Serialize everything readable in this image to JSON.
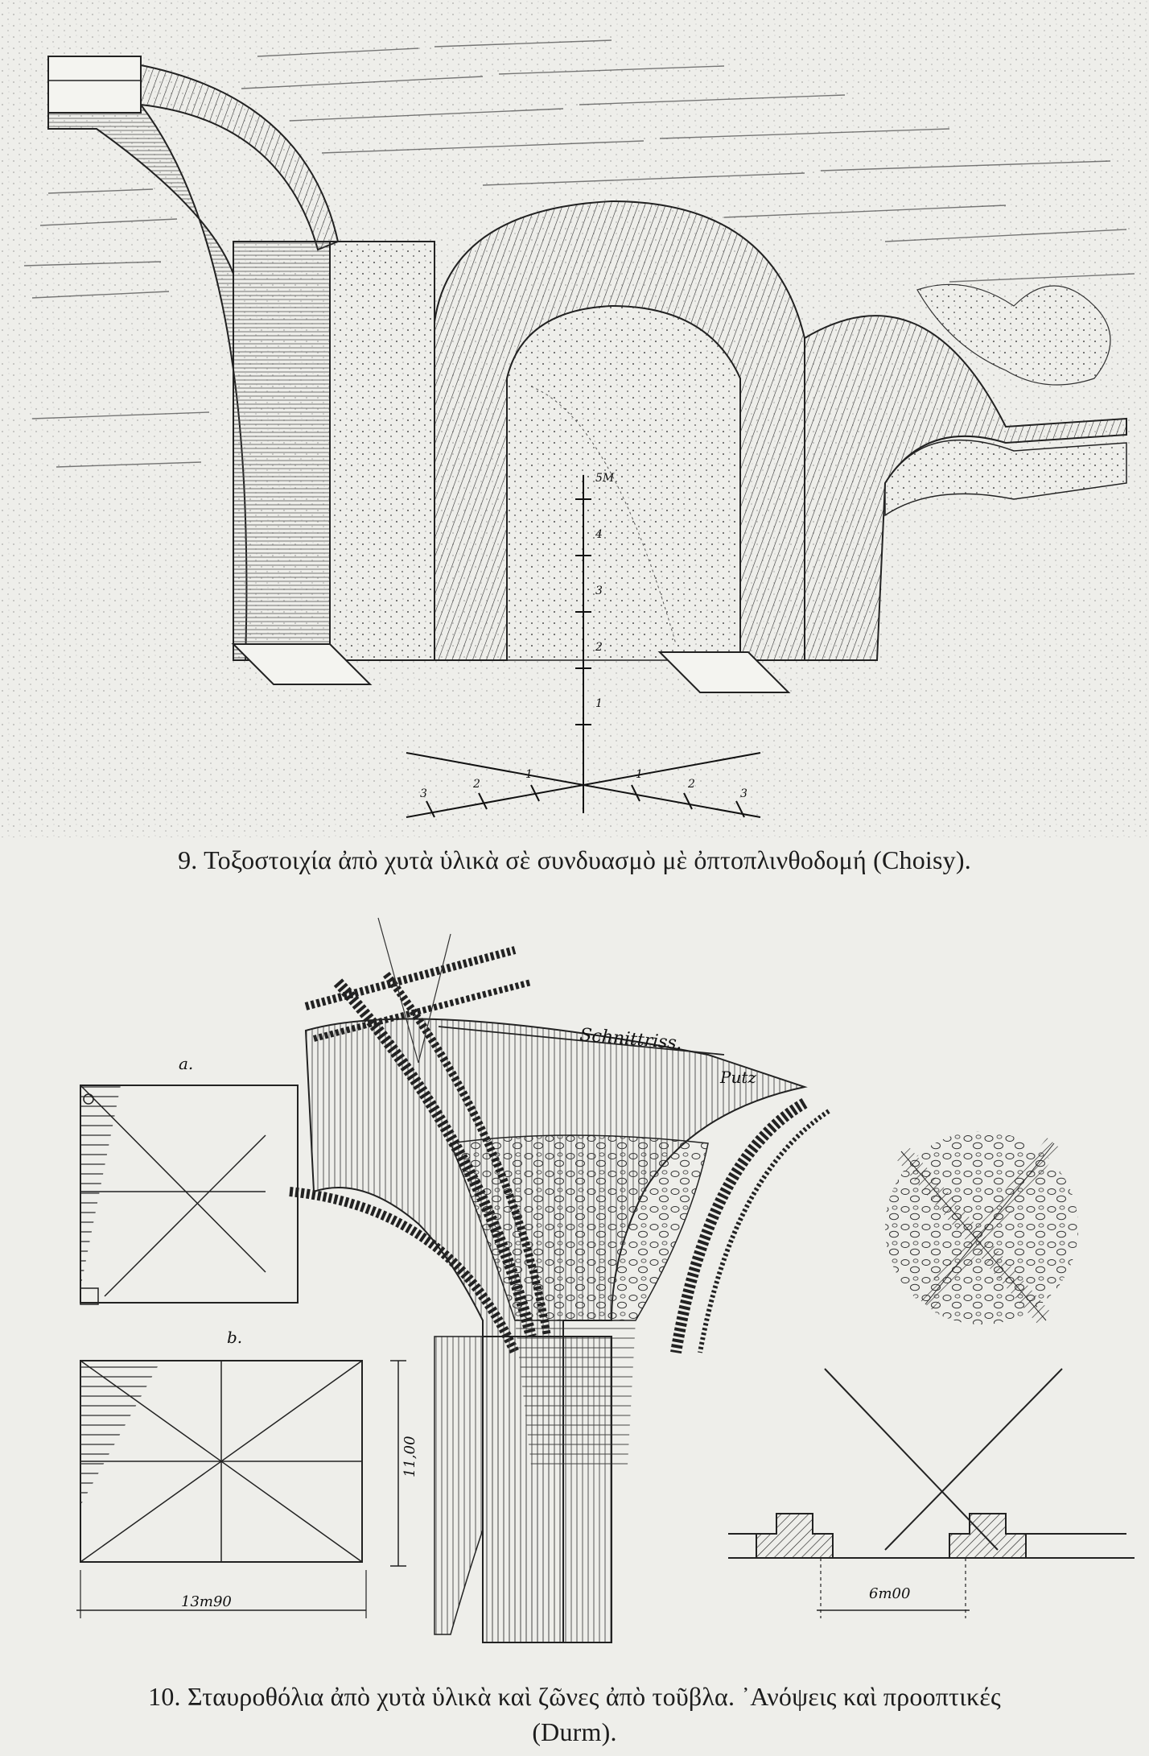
{
  "figure_9": {
    "caption": "9. Τοξοστοιχία ἀπὸ χυτὰ ὑλικὰ σὲ συνδυασμὸ μὲ ὀπτοπλινθοδομή (Choisy).",
    "scale_labels": {
      "vertical": [
        "5M",
        "4",
        "3",
        "2",
        "1"
      ],
      "left": [
        "3",
        "2",
        "1"
      ],
      "right": [
        "1",
        "2",
        "3"
      ]
    }
  },
  "figure_10": {
    "caption": "10. Σταυροθόλια ἀπὸ χυτὰ ὑλικὰ καὶ ζῶνες ἀπὸ τοῦβλα. ᾿Ανόψεις καὶ προοπτικές (Durm).",
    "labels": {
      "schnittriss": "Schnittriss.",
      "putz": "Putz",
      "plan_a": "a.",
      "plan_b": "b.",
      "height_dim": "11,00",
      "width_dim": "13m90",
      "span_dim": "6m00"
    }
  }
}
